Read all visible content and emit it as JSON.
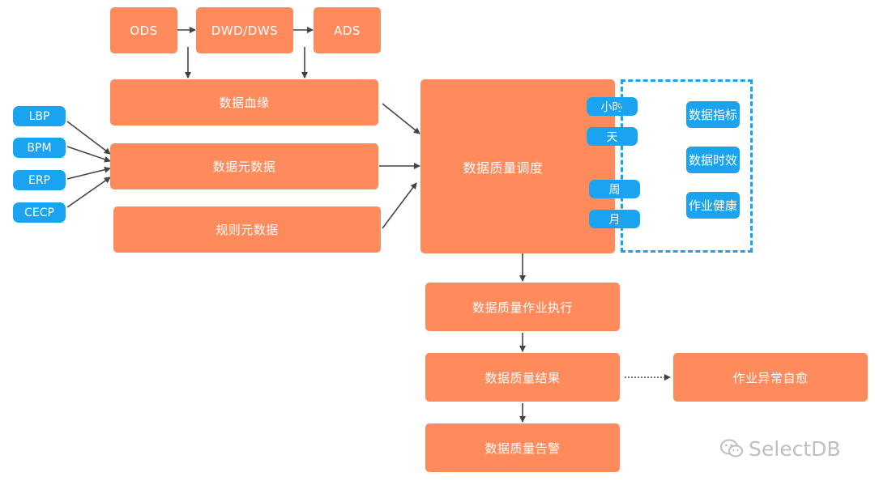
{
  "layers": {
    "ods": "ODS",
    "dwd": "DWD/DWS",
    "ads": "ADS"
  },
  "sources": [
    "LBP",
    "BPM",
    "ERP",
    "CECP"
  ],
  "inputs": {
    "lineage": "数据血缘",
    "metadata": "数据元数据",
    "rules": "规则元数据"
  },
  "scheduler": {
    "title": "数据质量调度",
    "frequencies": [
      "小时",
      "天",
      "周",
      "月"
    ]
  },
  "metrics": [
    "数据指标",
    "数据时效",
    "作业健康"
  ],
  "pipeline": {
    "execute": "数据质量作业执行",
    "result": "数据质量结果",
    "alert": "数据质量告警",
    "selfheal": "作业异常自愈"
  },
  "watermark": "SelectDB",
  "colors": {
    "orange": "#ff8a5c",
    "blue": "#1aa3f0",
    "arrow": "#444444"
  }
}
